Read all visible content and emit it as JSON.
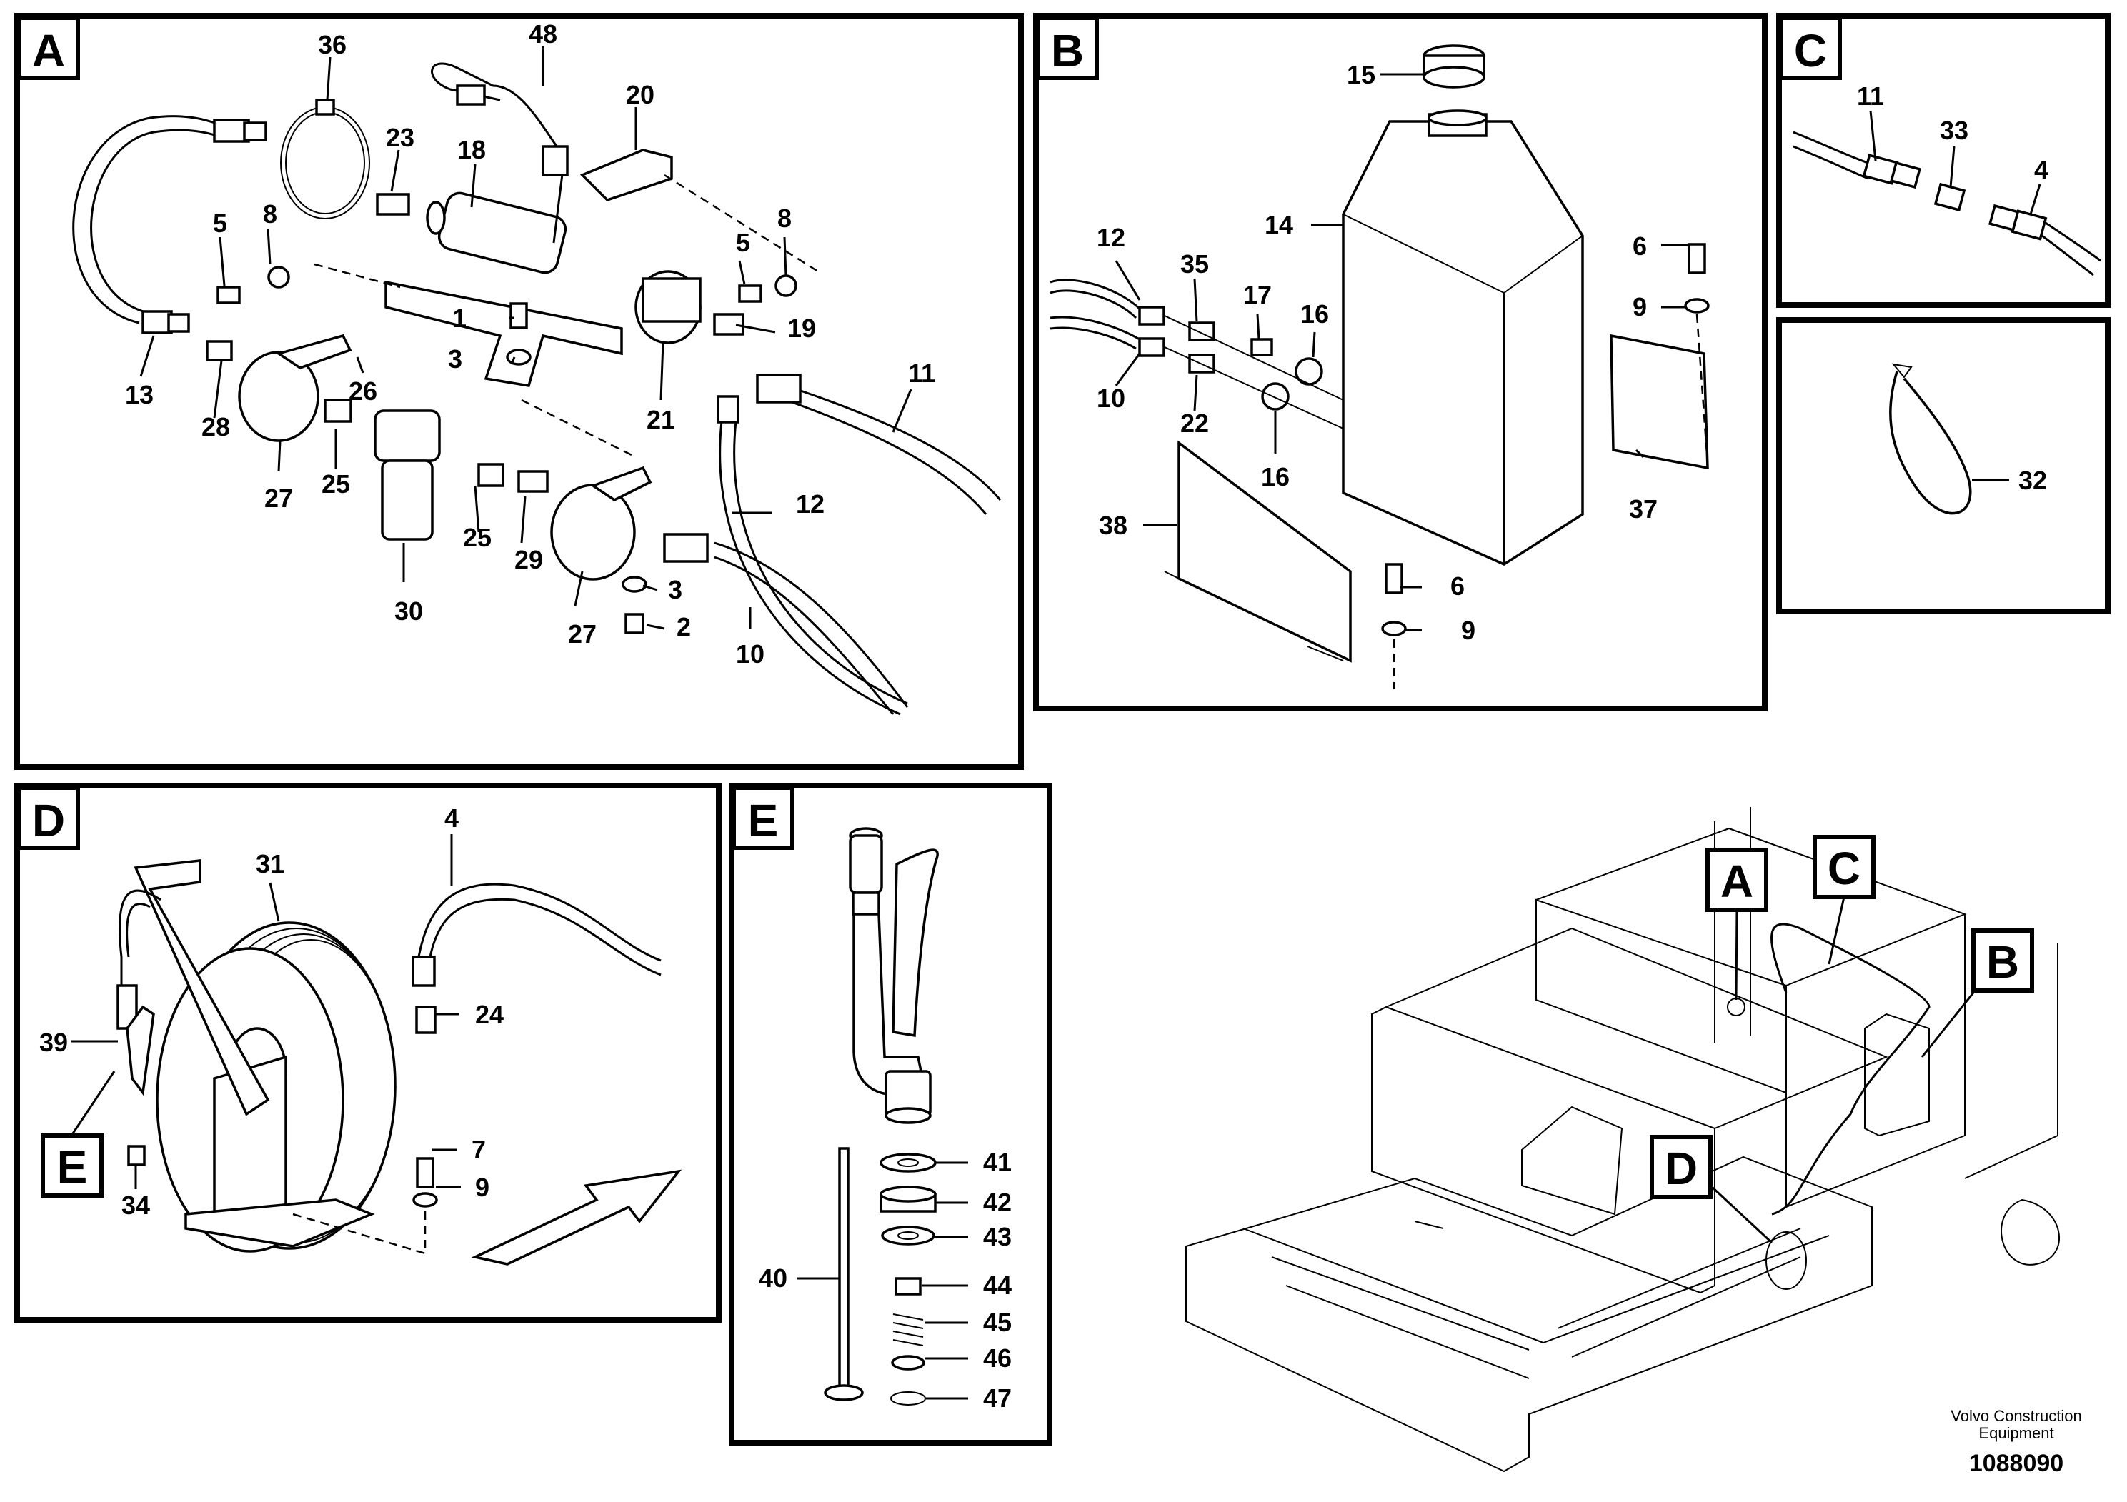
{
  "panels": {
    "A": {
      "tag": "A",
      "labels": [
        "36",
        "48",
        "20",
        "23",
        "18",
        "8",
        "5",
        "5",
        "8",
        "1",
        "3",
        "19",
        "11",
        "13",
        "28",
        "26",
        "27",
        "25",
        "21",
        "25",
        "29",
        "30",
        "12",
        "3",
        "2",
        "27",
        "10"
      ]
    },
    "B": {
      "tag": "B",
      "labels": [
        "15",
        "14",
        "12",
        "35",
        "17",
        "16",
        "6",
        "9",
        "10",
        "22",
        "16",
        "38",
        "37",
        "6",
        "9"
      ]
    },
    "C": {
      "tag": "C",
      "labels": [
        "11",
        "33",
        "4"
      ]
    },
    "C2": {
      "labels": [
        "32"
      ]
    },
    "D": {
      "tag": "D",
      "labels": [
        "31",
        "4",
        "24",
        "39",
        "E",
        "34",
        "7",
        "9"
      ]
    },
    "E": {
      "tag": "E",
      "labels": [
        "41",
        "42",
        "43",
        "40",
        "44",
        "45",
        "46",
        "47"
      ]
    }
  },
  "overview": {
    "tags": [
      "A",
      "C",
      "B",
      "D"
    ]
  },
  "footer": {
    "brand_line1": "Volvo Construction",
    "brand_line2": "Equipment",
    "drawing_number": "1088090"
  }
}
